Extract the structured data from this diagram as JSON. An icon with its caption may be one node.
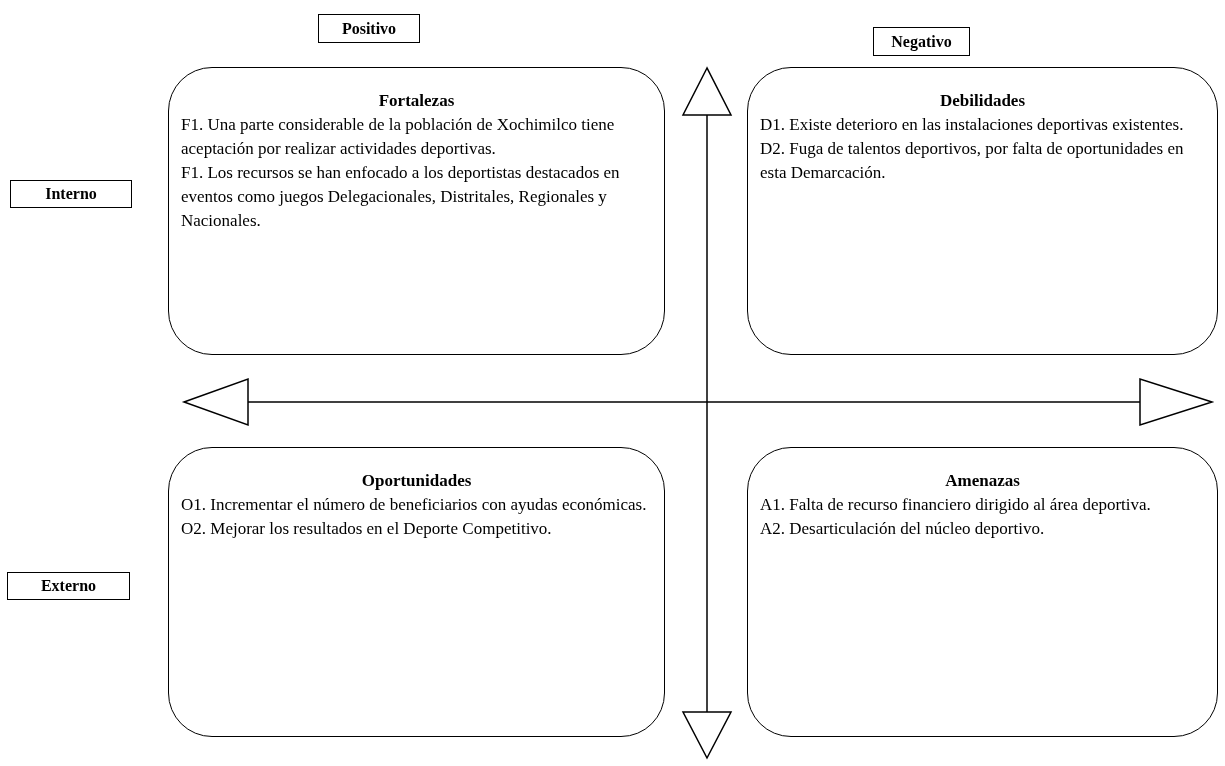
{
  "diagram": {
    "nodes": [
      {
        "text": [
          "Positivo"
        ]
      },
      {
        "text": [
          "Negativo"
        ]
      },
      {
        "text": [
          "Interno"
        ]
      },
      {
        "text": [
          "Fortalezas",
          "F1. Una parte considerable de la población de Xochimilco tiene aceptación por realizar actividades deportivas.",
          "F1. Los recursos se han enfocado a los deportistas destacados en eventos como juegos Delegacionales, Distritales, Regionales y Nacionales."
        ]
      },
      {
        "text": [
          "Debilidades",
          "D1. Existe deterioro en las instalaciones deportivas existentes.",
          "D2. Fuga de talentos deportivos, por falta de oportunidades en esta Demarcación."
        ]
      },
      {
        "text": [
          "Externo"
        ]
      },
      {
        "text": [
          "Oportunidades",
          "O1. Incrementar el número de beneficiarios con ayudas económicas.",
          "O2. Mejorar los resultados en el Deporte Competitivo."
        ]
      },
      {
        "text": [
          "Amenazas",
          "A1. Falta de recurso financiero dirigido al área deportiva.",
          "A2. Desarticulación del núcleo deportivo."
        ]
      }
    ]
  }
}
